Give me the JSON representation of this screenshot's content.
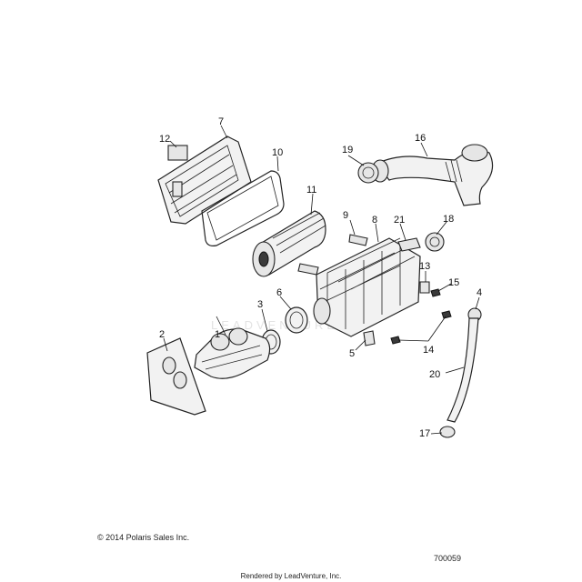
{
  "diagram": {
    "callouts": [
      "1",
      "2",
      "3",
      "4",
      "5",
      "6",
      "7",
      "8",
      "9",
      "10",
      "11",
      "12",
      "13",
      "14",
      "15",
      "16",
      "17",
      "18",
      "19",
      "20",
      "21"
    ],
    "watermark": "LEADVENTURE"
  },
  "footer": {
    "copyright": "© 2014 Polaris Sales Inc.",
    "diagram_id": "700059",
    "rendered_by": "Rendered by LeadVenture, Inc."
  }
}
